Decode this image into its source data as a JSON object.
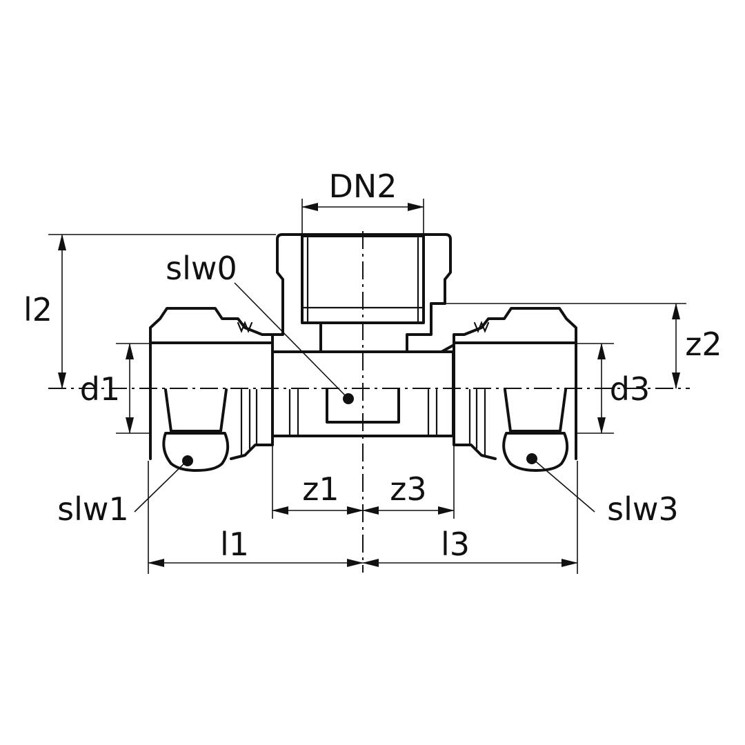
{
  "labels": {
    "dn2": "DN2",
    "slw0": "slw0",
    "l2": "l2",
    "z2": "z2",
    "d1": "d1",
    "d3": "d3",
    "slw1": "slw1",
    "slw3": "slw3",
    "z1": "z1",
    "z3": "z3",
    "l1": "l1",
    "l3": "l3"
  },
  "colors": {
    "stroke": "#111111",
    "background": "#ffffff"
  }
}
